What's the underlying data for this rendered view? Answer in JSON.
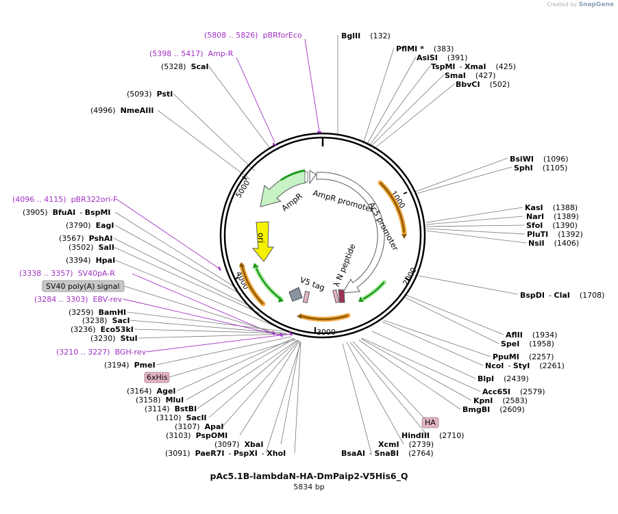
{
  "watermark": {
    "prefix": "Created by",
    "brand": "SnapGene"
  },
  "plasmid": {
    "name": "pAc5.1B-lambdaN-HA-DmPaip2-V5His6_Q",
    "size_label": "5834 bp",
    "length": 5834
  },
  "ticks": [
    "1000",
    "2000",
    "3000",
    "4000",
    "5000"
  ],
  "sites": [
    {
      "name": "BglII",
      "pos": "(132)"
    },
    {
      "name": "PflMI *",
      "pos": "(383)"
    },
    {
      "name": "AsiSI",
      "pos": "(391)"
    },
    {
      "name": "TspMI",
      "alt": "XmaI",
      "pos": "(425)"
    },
    {
      "name": "SmaI",
      "pos": "(427)"
    },
    {
      "name": "BbvCI",
      "pos": "(502)"
    },
    {
      "name": "BsiWI",
      "pos": "(1096)"
    },
    {
      "name": "SphI",
      "pos": "(1105)"
    },
    {
      "name": "KasI",
      "pos": "(1388)"
    },
    {
      "name": "NarI",
      "pos": "(1389)"
    },
    {
      "name": "SfoI",
      "pos": "(1390)"
    },
    {
      "name": "PluTI",
      "pos": "(1392)"
    },
    {
      "name": "NsiI",
      "pos": "(1406)"
    },
    {
      "name": "BspDI",
      "alt": "ClaI",
      "pos": "(1708)"
    },
    {
      "name": "AflII",
      "pos": "(1934)"
    },
    {
      "name": "SpeI",
      "pos": "(1958)"
    },
    {
      "name": "PpuMI",
      "pos": "(2257)"
    },
    {
      "name": "NcoI",
      "alt": "StyI",
      "pos": "(2261)"
    },
    {
      "name": "BlpI",
      "pos": "(2439)"
    },
    {
      "name": "Acc65I",
      "pos": "(2579)"
    },
    {
      "name": "KpnI",
      "pos": "(2583)"
    },
    {
      "name": "BmgBI",
      "pos": "(2609)"
    },
    {
      "name": "HindIII",
      "pos": "(2710)"
    },
    {
      "name": "XcmI",
      "pos": "(2739)"
    },
    {
      "name": "BsaAI",
      "alt": "SnaBI",
      "pos": "(2764)"
    },
    {
      "name": "XhoI",
      "pos": "(3091)"
    },
    {
      "name": "PaeR7I",
      "alt": "PspXI",
      "pos": "(3091)"
    },
    {
      "name": "XbaI",
      "pos": "(3097)"
    },
    {
      "name": "PspOMI",
      "pos": "(3103)"
    },
    {
      "name": "ApaI",
      "pos": "(3107)"
    },
    {
      "name": "SacII",
      "pos": "(3110)"
    },
    {
      "name": "BstBI",
      "pos": "(3114)"
    },
    {
      "name": "MluI",
      "pos": "(3158)"
    },
    {
      "name": "AgeI",
      "pos": "(3164)"
    },
    {
      "name": "PmeI",
      "pos": "(3194)"
    },
    {
      "name": "StuI",
      "pos": "(3230)"
    },
    {
      "name": "Eco53kI",
      "pos": "(3236)"
    },
    {
      "name": "SacI",
      "pos": "(3238)"
    },
    {
      "name": "BamHI",
      "pos": "(3259)"
    },
    {
      "name": "HpaI",
      "pos": "(3394)"
    },
    {
      "name": "SalI",
      "pos": "(3502)"
    },
    {
      "name": "PshAI",
      "pos": "(3567)"
    },
    {
      "name": "EagI",
      "pos": "(3790)"
    },
    {
      "name": "BfuAI",
      "alt": "BspMI",
      "pos": "(3905)"
    },
    {
      "name": "NmeAIII",
      "pos": "(4996)"
    },
    {
      "name": "PstI",
      "pos": "(5093)"
    },
    {
      "name": "ScaI",
      "pos": "(5328)"
    }
  ],
  "primers": [
    {
      "range": "(5808 .. 5826)",
      "name": "pBRforEco"
    },
    {
      "range": "(5398 .. 5417)",
      "name": "Amp-R"
    },
    {
      "range": "(4096 .. 4115)",
      "name": "pBR322ori-F"
    },
    {
      "range": "(3338 .. 3357)",
      "name": "SV40pA-R"
    },
    {
      "range": "(3284 .. 3303)",
      "name": "EBV-rev"
    },
    {
      "range": "(3210 .. 3227)",
      "name": "BGH-rev"
    }
  ],
  "feature_boxes": [
    {
      "label": "SV40 poly(A) signal",
      "color": "#c8c8c8"
    },
    {
      "label": "6xHis",
      "color": "#e2b4c6"
    },
    {
      "label": "HA",
      "color": "#e2b4c6"
    }
  ],
  "features": [
    {
      "label": "AmpR promoter"
    },
    {
      "label": "AmpR"
    },
    {
      "label": "ori"
    },
    {
      "label": "Ac5 promoter"
    },
    {
      "label": "λ N peptide"
    },
    {
      "label": "V5 tag"
    }
  ],
  "colors": {
    "site_text": "#000000",
    "primer_text": "#9e2fc2",
    "ring": "#000000",
    "orange_arc": "#f0a43c",
    "green_arc": "#1a9a1a",
    "ampr_fill": "#c6f2c6",
    "ori_fill": "#f5f200",
    "promoter_fill": "#ffffff",
    "lambda_fill": "#a0305a",
    "v5_fill": "#8a95a0"
  }
}
